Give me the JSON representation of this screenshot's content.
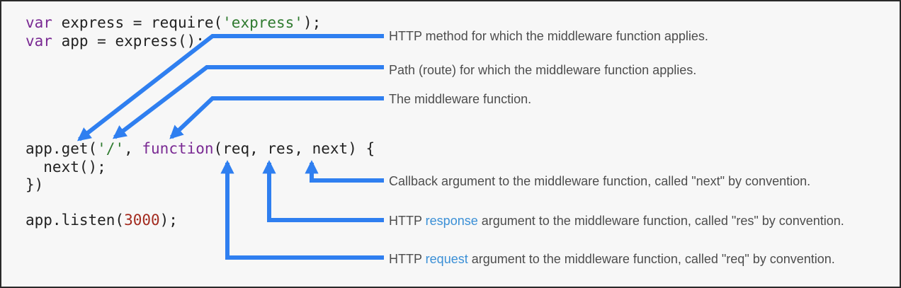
{
  "code": {
    "line1": {
      "kw": "var",
      "rest": " express = require(",
      "str": "'express'",
      "end": ");"
    },
    "line2": {
      "kw": "var",
      "rest": " app = express();"
    },
    "line3": {
      "a": "app.get(",
      "str": "'/'",
      "b": ", ",
      "kw": "function",
      "c": "(req, res, next) {"
    },
    "line4": {
      "text": "  next();"
    },
    "line5": {
      "text": "})"
    },
    "line6": {
      "a": "app.listen(",
      "num": "3000",
      "b": ");"
    }
  },
  "annotations": {
    "method": "HTTP method for which the middleware function applies.",
    "path": "Path (route) for which the middleware function applies.",
    "fn": "The middleware function.",
    "next": "Callback argument to the middleware function, called \"next\" by convention.",
    "res": {
      "prefix": "HTTP ",
      "link": "response",
      "suffix": " argument to the middleware function, called \"res\" by convention."
    },
    "req": {
      "prefix": "HTTP ",
      "link": "request",
      "suffix": " argument to the middleware function, called \"req\" by convention."
    }
  },
  "colors": {
    "arrow": "#2f7ff0",
    "background": "#f7f7f7",
    "keyword": "#7a2a93",
    "string": "#2f7a2f",
    "number": "#a32b1f",
    "link": "#3a8fd6"
  }
}
